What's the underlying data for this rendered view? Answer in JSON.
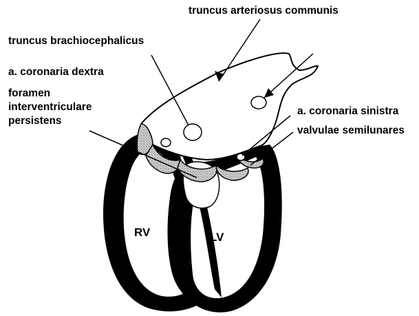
{
  "labels": {
    "truncus_arteriosus": "truncus arteriosus communis",
    "truncus_brachiocephalicus": "truncus brachiocephalicus",
    "coronaria_dextra": "a. coronaria dextra",
    "foramen_line1": "foramen",
    "foramen_line2": "interventriculare",
    "foramen_line3": "persistens",
    "coronaria_sinistra": "a. coronaria sinistra",
    "valvulae": "valvulae semilunares",
    "rv": "RV",
    "lv": "LV"
  },
  "colors": {
    "ink": "#000000",
    "valve_fill": "#bdbdbd",
    "background": "#ffffff"
  }
}
